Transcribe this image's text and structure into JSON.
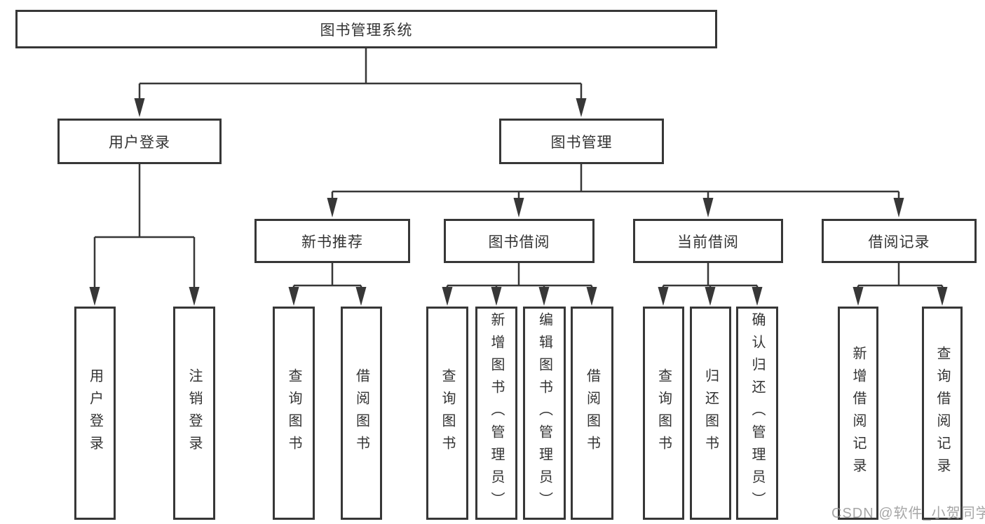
{
  "diagram_type": "hierarchy-tree",
  "watermark": "CSDN @软件_小贺同学",
  "colors": {
    "line": "#373737",
    "border": "#373737",
    "text": "#333333",
    "background": "#ffffff",
    "watermark": "#969696"
  },
  "nodes": {
    "root": "图书管理系统",
    "user_login": "用户登录",
    "book_management": "图书管理",
    "new_book_recommend": "新书推荐",
    "book_borrowing": "图书借阅",
    "current_borrowing": "当前借阅",
    "borrowing_records": "借阅记录"
  },
  "leaves": {
    "user_login": [
      "用户登录",
      "注销登录"
    ],
    "new_book_recommend": [
      "查询图书",
      "借阅图书"
    ],
    "book_borrowing": [
      "查询图书",
      "新增图书（管理员）",
      "编辑图书（管理员）",
      "借阅图书"
    ],
    "current_borrowing": [
      "查询图书",
      "归还图书",
      "确认归还（管理员）"
    ],
    "borrowing_records": [
      "新增借阅记录",
      "查询借阅记录"
    ]
  }
}
